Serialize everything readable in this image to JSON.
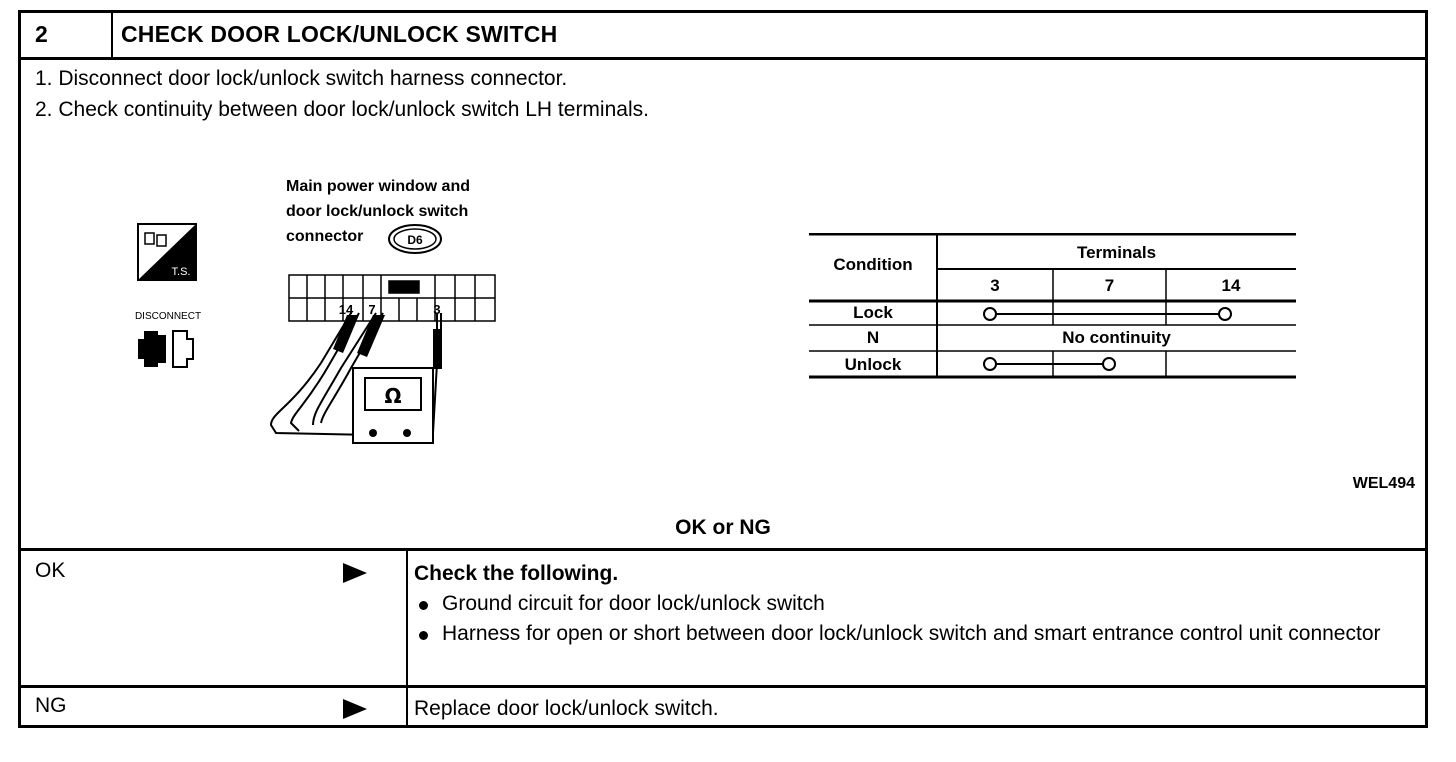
{
  "header": {
    "number": "2",
    "title": "CHECK DOOR LOCK/UNLOCK SWITCH"
  },
  "steps": [
    "1.  Disconnect door lock/unlock switch harness connector.",
    "2.  Check continuity between door lock/unlock switch LH terminals."
  ],
  "figure": {
    "connector_label_lines": [
      "Main power window and",
      "door lock/unlock switch",
      "connector"
    ],
    "connector_id": "D6",
    "ts_label": "T.S.",
    "disconnect_label": "DISCONNECT",
    "connector_terminals": [
      "14",
      "7",
      "3"
    ],
    "meter_symbol": "Ω",
    "figure_code": "WEL494",
    "table": {
      "condition_header": "Condition",
      "terminals_header": "Terminals",
      "terminal_cols": [
        "3",
        "7",
        "14"
      ],
      "rows": [
        {
          "condition": "Lock",
          "continuity": "3-14"
        },
        {
          "condition": "N",
          "note": "No continuity"
        },
        {
          "condition": "Unlock",
          "continuity": "3-7"
        }
      ]
    }
  },
  "ok_ng_label": "OK or NG",
  "results": {
    "ok": {
      "label": "OK",
      "heading": "Check the following.",
      "items": [
        "Ground circuit for door lock/unlock switch",
        "Harness for open or short between door lock/unlock switch and smart entrance control unit connector"
      ]
    },
    "ng": {
      "label": "NG",
      "action": "Replace door lock/unlock switch."
    }
  }
}
